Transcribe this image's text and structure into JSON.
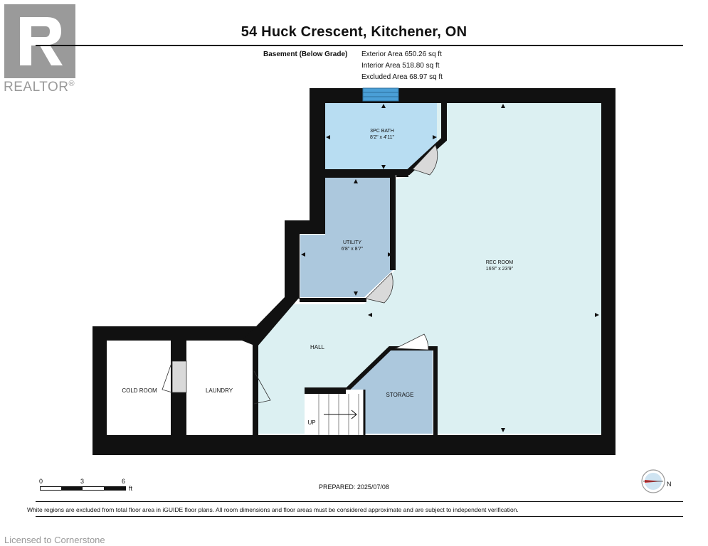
{
  "header": {
    "title": "54 Huck Crescent, Kitchener, ON",
    "logo_text": "REALTOR",
    "logo_mark": "®"
  },
  "level": {
    "name": "Basement (Below Grade)",
    "exterior_area": "Exterior Area 650.26 sq ft",
    "interior_area": "Interior Area 518.80 sq ft",
    "excluded_area": "Excluded Area 68.97 sq ft"
  },
  "rooms": {
    "bath_name": "3PC BATH",
    "bath_dims": "8'2\" x 4'11\"",
    "utility_name": "UTILITY",
    "utility_dims": "6'8\" x 8'7\"",
    "rec_name": "REC ROOM",
    "rec_dims": "16'8\" x 23'9\"",
    "hall_name": "HALL",
    "cold_name": "COLD ROOM",
    "laundry_name": "LAUNDRY",
    "storage_name": "STORAGE",
    "stairs_label": "UP"
  },
  "scale": {
    "t0": "0",
    "t1": "3",
    "t2": "6",
    "unit": "ft"
  },
  "prepared": "PREPARED: 2025/07/08",
  "compass_label": "N",
  "disclaimer": "White regions are excluded from total floor area in iGUIDE floor plans. All room dimensions and floor areas must be considered approximate and are subject to independent verification.",
  "watermark": "Licensed to Cornerstone",
  "colors": {
    "wall": "#111111",
    "rec_fill": "#dcf0f2",
    "bath_fill": "#b8ddf2",
    "utility_fill": "#acc8dd",
    "storage_fill": "#acc8dd",
    "window": "#4a9fd6",
    "logo_gray": "#9a9a9a"
  }
}
